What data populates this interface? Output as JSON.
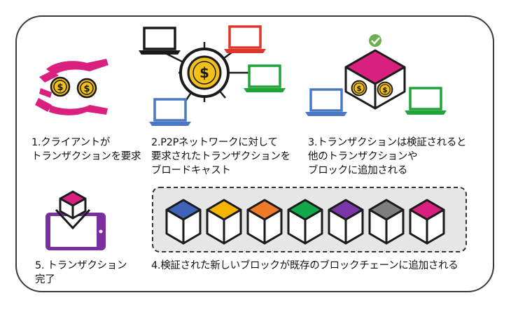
{
  "steps": {
    "step1": {
      "caption": "1.クライアントが\nトランザクションを要求"
    },
    "step2": {
      "caption": "2.P2Pネットワークに対して\n要求されたトランザクションを\nブロードキャスト"
    },
    "step3": {
      "caption": "3.トランザクションは検証されると\n他のトランザクションや\nブロックに追加される"
    },
    "step4": {
      "caption": "4.検証された新しいブロックが既存のブロックチェーンに追加される"
    },
    "step5": {
      "caption": "5. トランザクション\n完了"
    }
  },
  "icons": {
    "step1": [
      "hands-icon",
      "coin-icon"
    ],
    "step2": [
      "coin-hub-icon",
      "laptop-icon"
    ],
    "step3": [
      "block-icon",
      "check-icon",
      "laptop-icon"
    ],
    "step4": [
      "blockchain-icon"
    ],
    "step5": [
      "tablet-icon",
      "block-icon"
    ]
  },
  "colors": {
    "magenta": "#d9207f",
    "coin": "#f3bf19",
    "laptop_black": "#1a1a1a",
    "laptop_red": "#e0352b",
    "laptop_green": "#22a33a",
    "laptop_blue": "#4a78c4",
    "check_green": "#6ab04c",
    "tablet_purple": "#7a2fa0",
    "chain_panel": "#e6e6e6",
    "block_tops": [
      "#3f63b8",
      "#f7b500",
      "#ef7a27",
      "#11a84a",
      "#7a35a6",
      "#7f7f7f",
      "#d9207f"
    ]
  }
}
